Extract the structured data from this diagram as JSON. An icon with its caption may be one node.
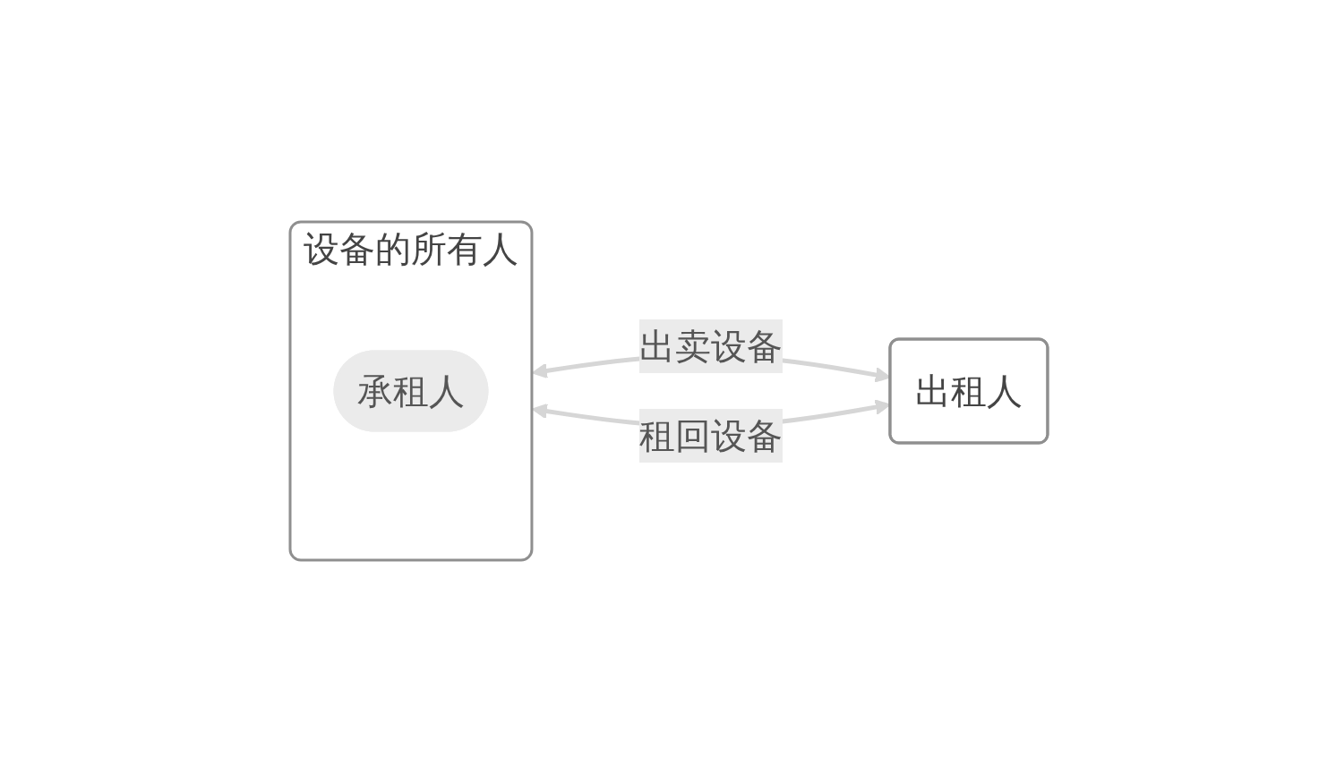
{
  "diagram": {
    "nodes": [
      {
        "text": [
          "设备的所有人"
        ]
      },
      {
        "text": [
          "承租人"
        ],
        "in": 0
      },
      {
        "text": [
          "出租人"
        ]
      }
    ],
    "edges": [
      {
        "from": 0,
        "to": 2,
        "arrow": "both",
        "label": "出卖设备"
      },
      {
        "from": 0,
        "to": 2,
        "arrow": "both",
        "label": "租回设备"
      }
    ]
  }
}
